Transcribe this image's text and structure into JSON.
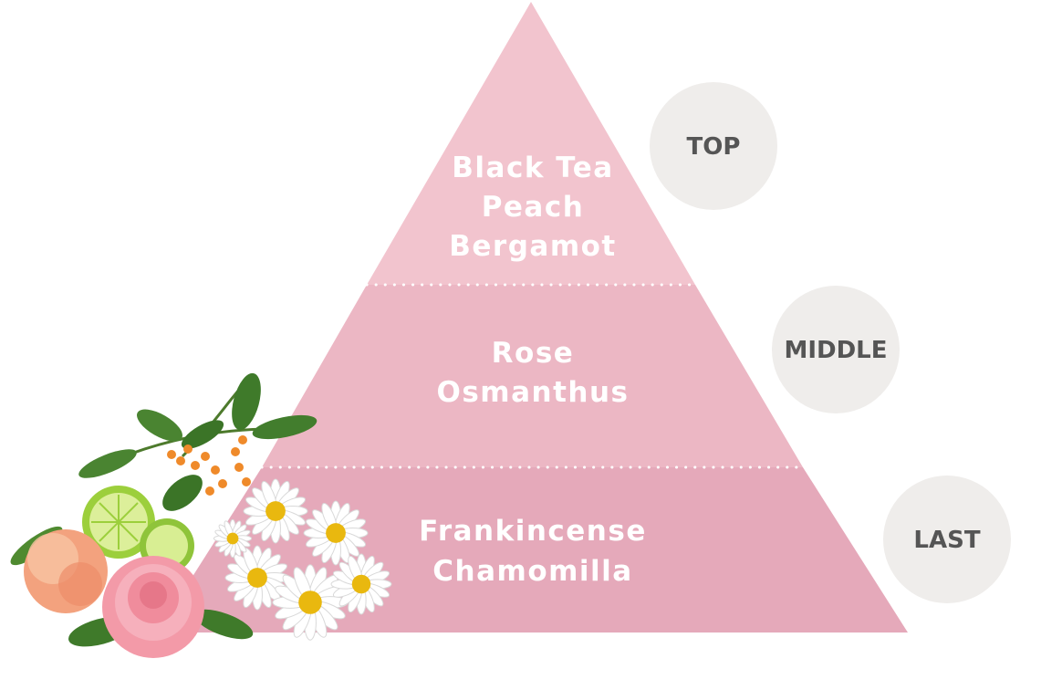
{
  "colors": {
    "tier_top": "#f2c4ce",
    "tier_middle": "#ecb7c4",
    "tier_last": "#e5a9ba",
    "divider": "#ffffff",
    "badge_fill": "#efedeb",
    "badge_text": "#555555",
    "note_text": "#ffffff"
  },
  "tiers": [
    {
      "level": "TOP",
      "notes": [
        "Black Tea",
        "Peach",
        "Bergamot"
      ]
    },
    {
      "level": "MIDDLE",
      "notes": [
        "Rose",
        "Osmanthus"
      ]
    },
    {
      "level": "LAST",
      "notes": [
        "Frankincense",
        "Chamomilla"
      ]
    }
  ],
  "illustration": {
    "icons": [
      "osmanthus-sprig-icon",
      "bergamot-slice-icon",
      "peach-icon",
      "rose-icon",
      "chamomile-flower-icon"
    ]
  }
}
